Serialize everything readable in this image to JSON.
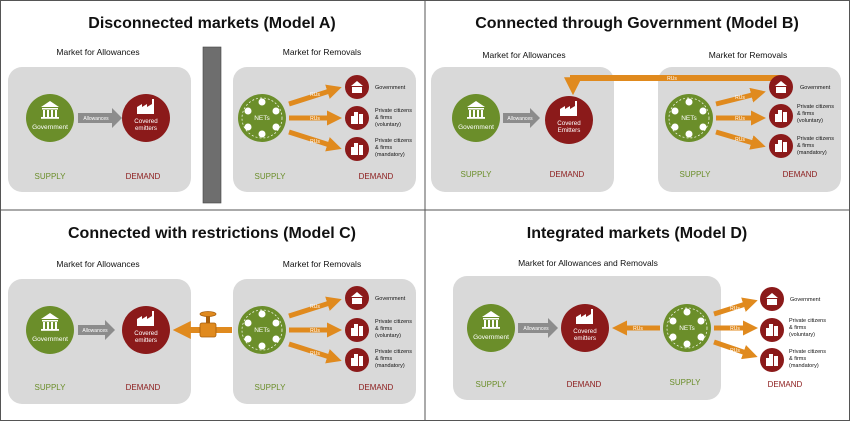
{
  "colors": {
    "green": "#6b8e2a",
    "red": "#8b1a1a",
    "orange": "#e08a1e",
    "panel": "#d9d9d9",
    "arrow_grey": "#8c8c8c",
    "border": "#555555"
  },
  "common": {
    "government": "Government",
    "covered_emitters": "Covered emitters",
    "covered_emitters_b": "Covered Emitters",
    "allowances": "Allowances",
    "nets": "NETs",
    "rus": "RUs",
    "supply": "SUPPLY",
    "demand": "DEMAND",
    "buyer_government": "Government",
    "buyer_voluntary": [
      "Private citizens",
      "& firms",
      "(voluntary)"
    ],
    "buyer_mandatory": [
      "Private citizens",
      "& firms",
      "(mandatory)"
    ]
  },
  "model_a": {
    "title": "Disconnected markets (Model A)",
    "allowances_label": "Market for Allowances",
    "removals_label": "Market for Removals"
  },
  "model_b": {
    "title": "Connected through Government (Model B)",
    "allowances_label": "Market for Allowances",
    "removals_label": "Market for Removals"
  },
  "model_c": {
    "title": "Connected with restrictions (Model C)",
    "allowances_label": "Market for Allowances",
    "removals_label": "Market for Removals"
  },
  "model_d": {
    "title": "Integrated markets (Model D)",
    "combined_label": "Market for Allowances and Removals"
  }
}
